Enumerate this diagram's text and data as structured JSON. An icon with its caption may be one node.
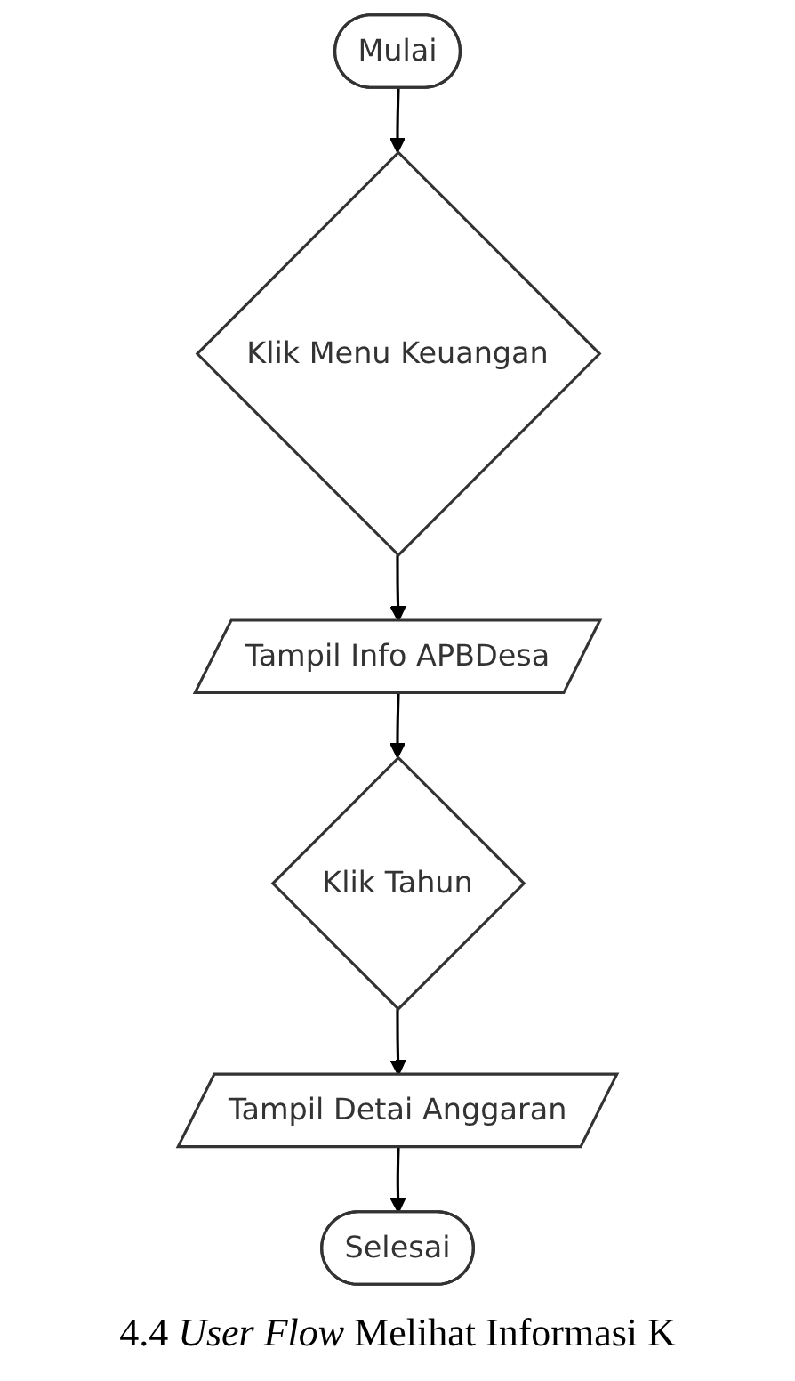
{
  "diagram": {
    "caption": "4.4 *User Flow* Melihat Informasi K",
    "nodes": [
      {
        "text": [
          "Mulai"
        ]
      },
      {
        "text": [
          "Klik Menu Keuangan"
        ]
      },
      {
        "text": [
          "Tampil Info APBDesa"
        ]
      },
      {
        "text": [
          "Klik Tahun"
        ]
      },
      {
        "text": [
          "Tampil Detai Anggaran"
        ]
      },
      {
        "text": [
          "Selesai"
        ]
      }
    ],
    "edges": [
      {
        "from": 0,
        "to": 1,
        "arrow": "to"
      },
      {
        "from": 1,
        "to": 2,
        "arrow": "to"
      },
      {
        "from": 2,
        "to": 3,
        "arrow": "to"
      },
      {
        "from": 3,
        "to": 4,
        "arrow": "to"
      },
      {
        "from": 4,
        "to": 5,
        "arrow": "to"
      }
    ]
  }
}
